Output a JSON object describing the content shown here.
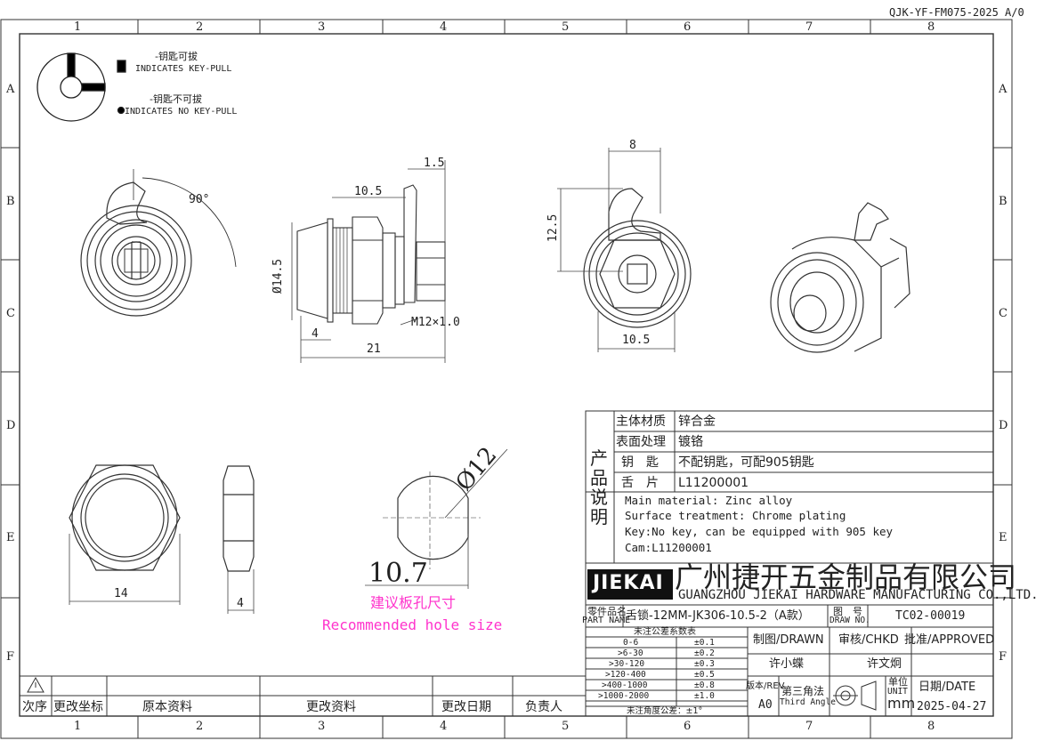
{
  "doc_code": "QJK-YF-FM075-2025 A/0",
  "grid": {
    "columns": [
      "1",
      "2",
      "3",
      "4",
      "5",
      "6",
      "7",
      "8"
    ],
    "rows": [
      "A",
      "B",
      "C",
      "D",
      "E",
      "F"
    ]
  },
  "legend": {
    "key_pull_cn": "-钥匙可拔",
    "key_pull_en": "INDICATES KEY-PULL",
    "no_key_pull_cn": "-钥匙不可拔",
    "no_key_pull_en": "INDICATES NO KEY-PULL"
  },
  "dims": {
    "angle": "90°",
    "d_1_5": "1.5",
    "d_10_5_top": "10.5",
    "d_14_5": "Ø14.5",
    "d_4_side": "4",
    "d_21": "21",
    "thread": "M12×1.0",
    "d_8": "8",
    "d_12_5": "12.5",
    "d_10_5_front": "10.5",
    "d_14": "14",
    "d_4_nut": "4",
    "d_12": "Ø12",
    "d_10_7": "10.7"
  },
  "hole_note": {
    "cn": "建议板孔尺寸",
    "en": "Recommended hole size"
  },
  "spec": {
    "vertical_label": "产品说明",
    "rows": [
      {
        "label": "主体材质",
        "value": "锌合金"
      },
      {
        "label": "表面处理",
        "value": "镀铬"
      },
      {
        "label": "钥　匙",
        "value": "不配钥匙，可配905钥匙"
      },
      {
        "label": "舌　片",
        "value": "L11200001"
      }
    ],
    "english": [
      "Main material: Zinc alloy",
      "Surface treatment: Chrome plating",
      "Key:No key, can be equipped with 905 key",
      "Cam:L11200001"
    ]
  },
  "company": {
    "logo": "JIEKAI",
    "name_cn": "广州捷开五金制品有限公司",
    "name_en": "GUANGZHOU JIEKAI HARDWARE MANUFACTURING CO.,LTD."
  },
  "title_block": {
    "part_name_label_cn": "零件品名",
    "part_name_label_en": "PART NAME",
    "part_name": "舌锁-12MM-JK306-10.5-2（A款）",
    "drawing_no_label_cn": "图　号",
    "drawing_no_label_en": "DRAW NO.",
    "drawing_no": "TC02-00019",
    "tolerance_title": "未注公差系数表",
    "tolerances": [
      {
        "range": "0-6",
        "value": "±0.1"
      },
      {
        "range": ">6-30",
        "value": "±0.2"
      },
      {
        "range": ">30-120",
        "value": "±0.3"
      },
      {
        "range": ">120-400",
        "value": "±0.5"
      },
      {
        "range": ">400-1000",
        "value": "±0.8"
      },
      {
        "range": ">1000-2000",
        "value": "±1.0"
      }
    ],
    "angle_tolerance": "未注角度公差：±1°",
    "drawn_label": "制图/DRAWN",
    "checked_label": "审核/CHKD",
    "approved_label": "批准/APPROVED",
    "drawn_by": "许小蝶",
    "checked_by": "许文炯",
    "rev_label": "版本/REV",
    "rev": "A0",
    "projection_cn": "第三角法",
    "projection_en": "Third Angle",
    "unit_label_cn": "单位",
    "unit_label_en": "UNIT",
    "unit": "mm",
    "date_label": "日期/DATE",
    "date": "2025-04-27"
  },
  "revision_block": {
    "col1": "次序",
    "col2": "更改坐标",
    "col3": "原本资料",
    "col4": "更改资料",
    "col5": "更改日期",
    "col6": "负责人"
  }
}
